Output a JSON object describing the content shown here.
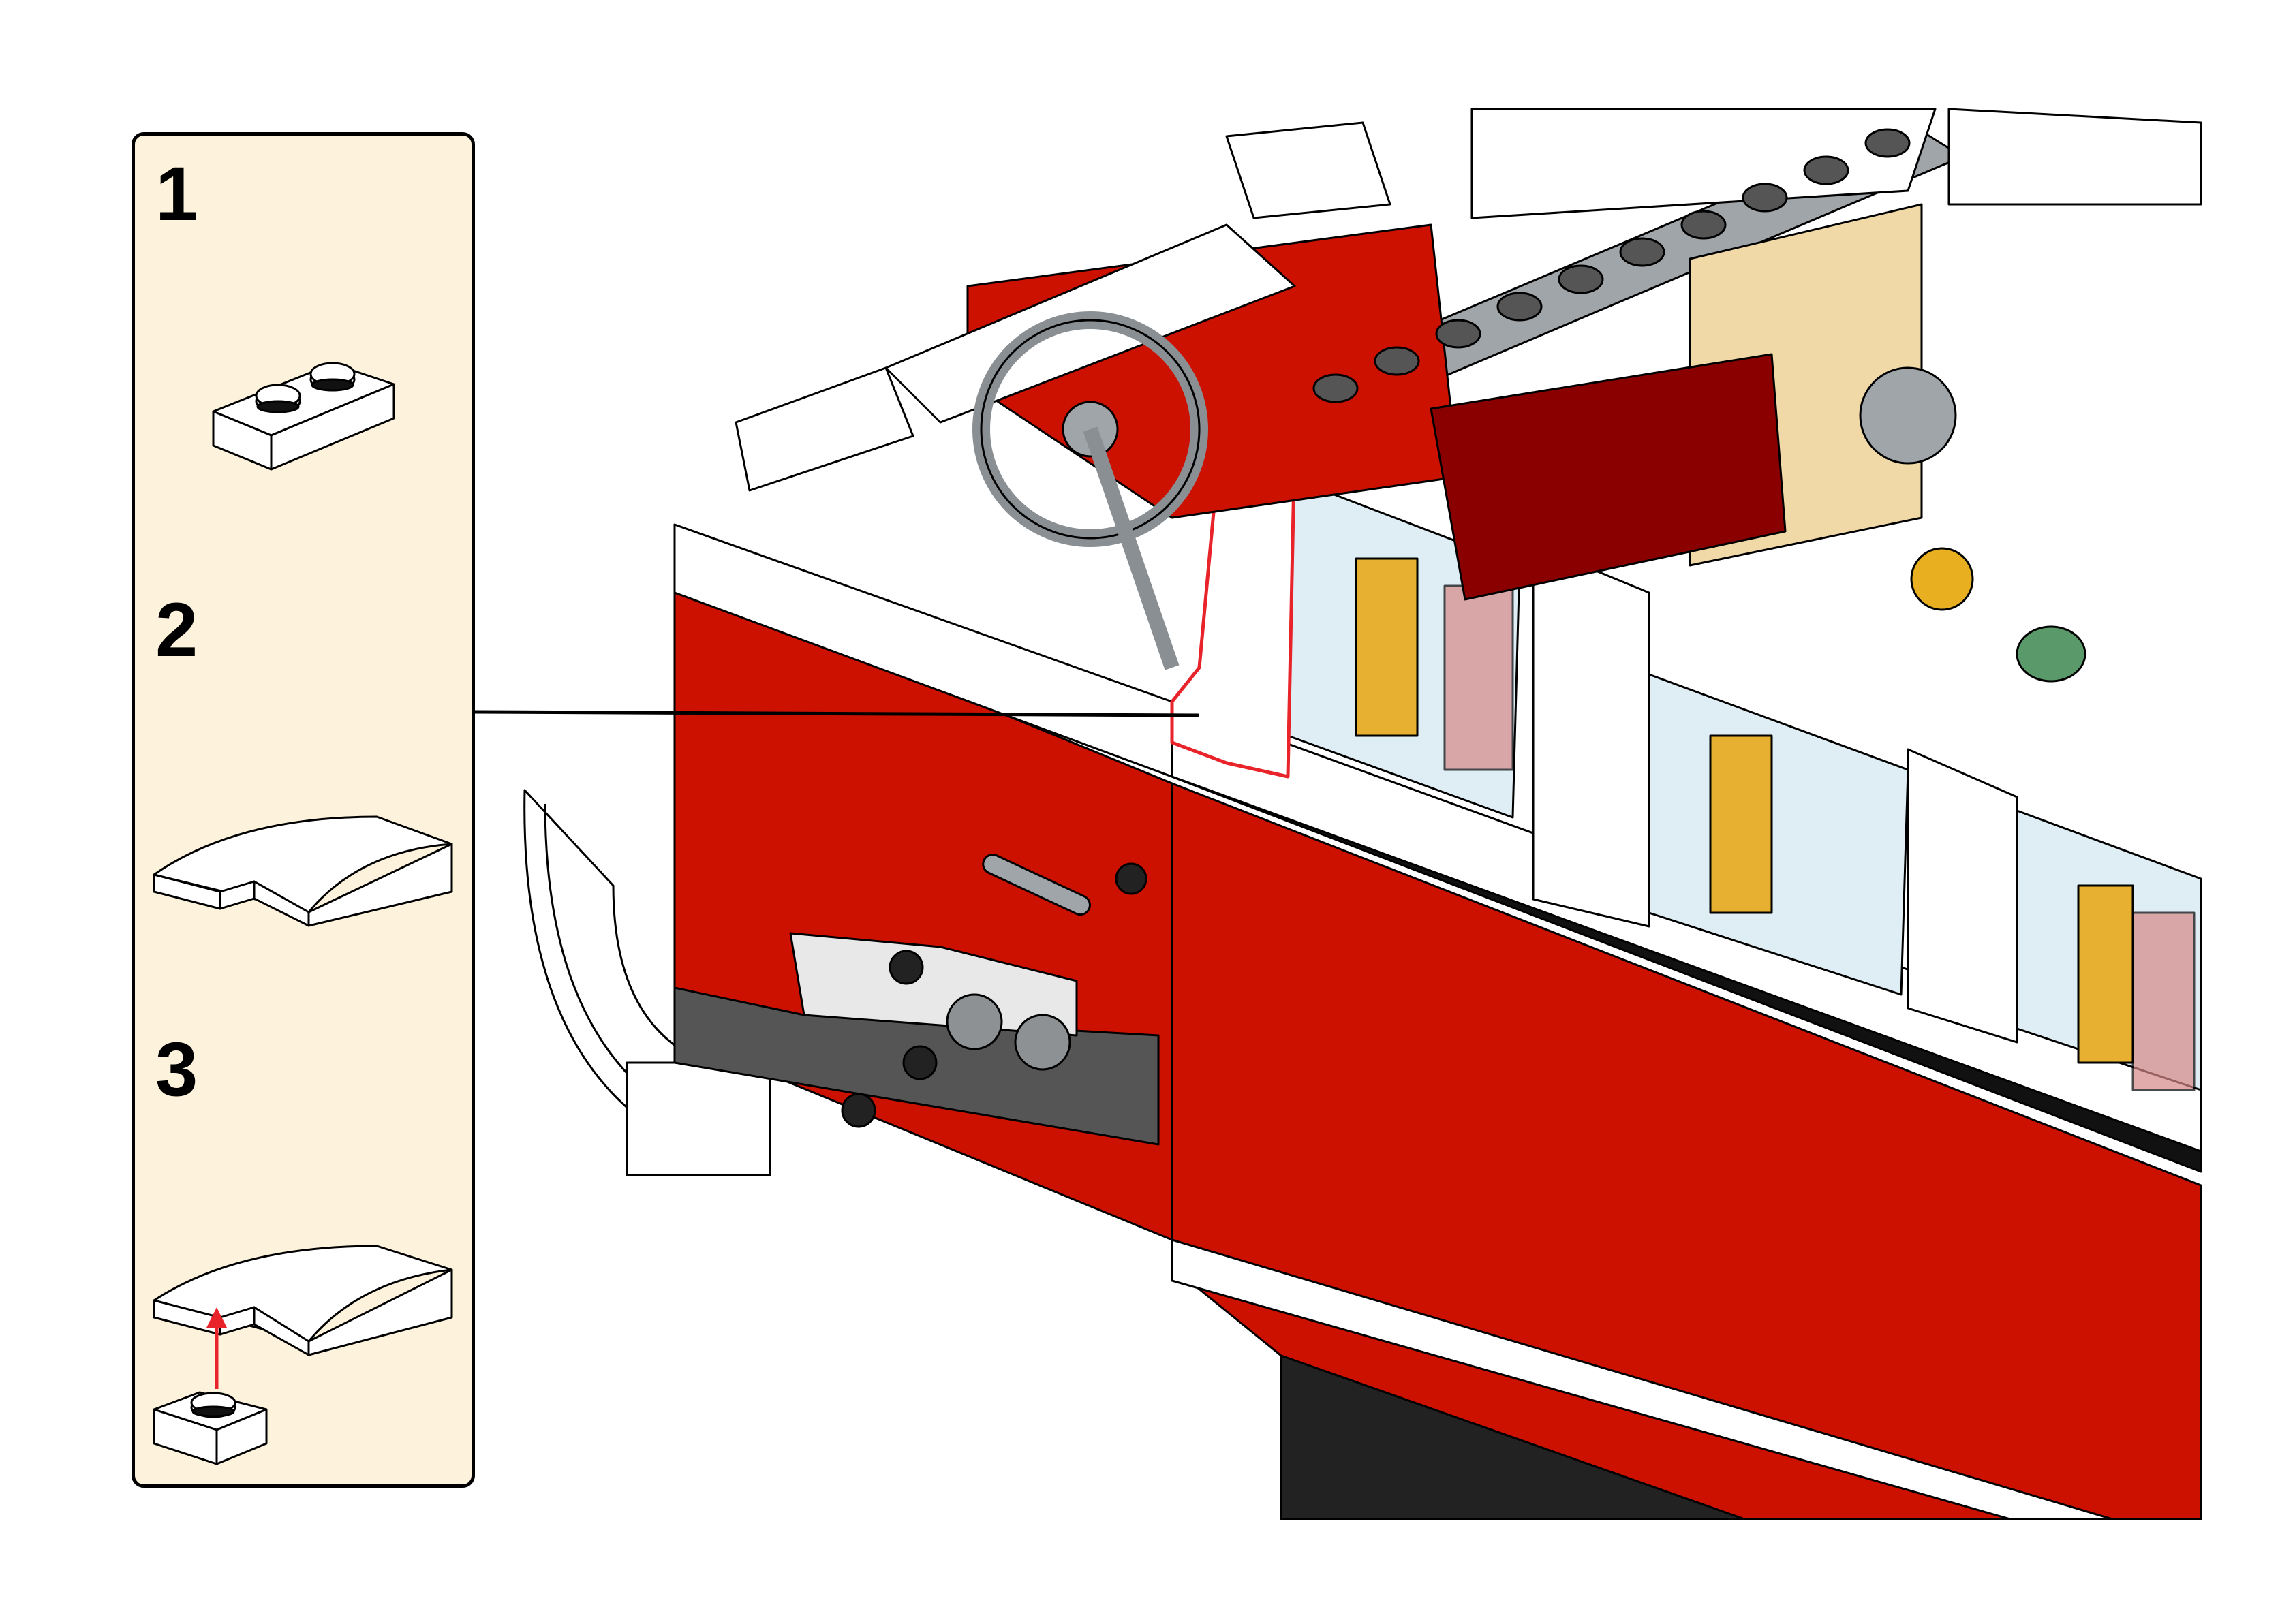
{
  "instruction_page": {
    "sub_assembly": {
      "steps": [
        {
          "number": "1",
          "part": "white-1x2-plate-icon"
        },
        {
          "number": "2",
          "part": "white-curved-slope-icon"
        },
        {
          "number": "3",
          "part": "white-curved-slope-on-1x1-plate-icon"
        }
      ]
    },
    "main_model": "red-and-white-bus-body-icon",
    "colors": {
      "panel_background": "#fdf3dc",
      "body_red": "#cc1100",
      "white": "#ffffff",
      "dark_grey": "#555555",
      "light_grey": "#a0a5a9",
      "tan": "#f0d9a6",
      "gold": "#e8b020",
      "highlight": "#e8232a"
    }
  }
}
